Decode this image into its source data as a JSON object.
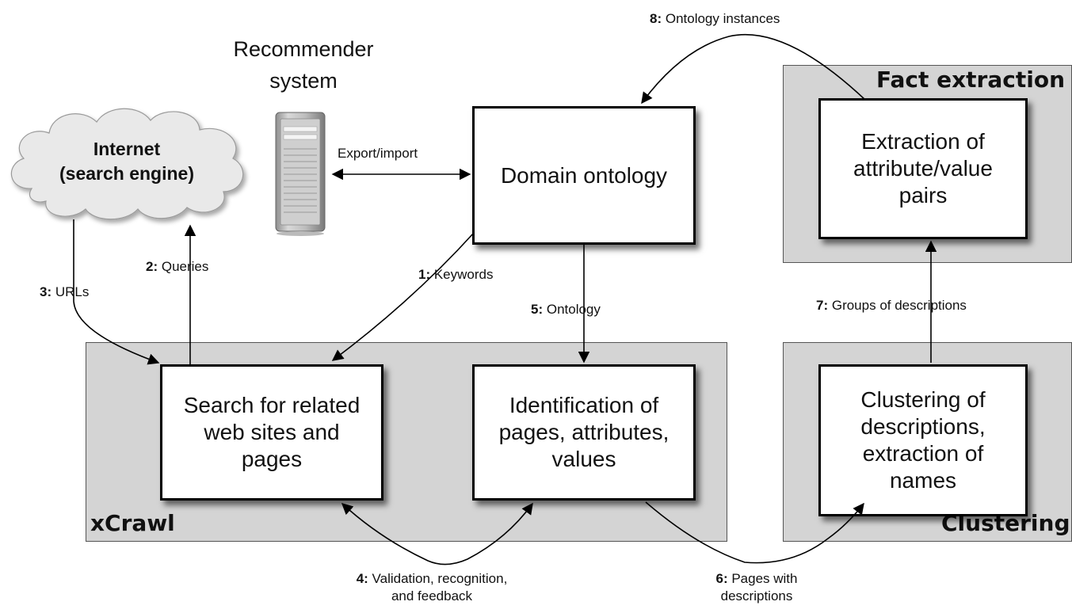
{
  "groups": {
    "fact_extraction": "Fact extraction",
    "xcrawl": "xCrawl",
    "clustering": "Clustering"
  },
  "nodes": {
    "internet": "Internet\n(search engine)",
    "recommender": "Recommender\nsystem",
    "domain_ontology": "Domain ontology",
    "search": "Search for related\nweb sites and\npages",
    "identification": "Identification of\npages, attributes,\nvalues",
    "extraction": "Extraction of\nattribute/value\npairs",
    "clustering_box": "Clustering of\ndescriptions,\nextraction of\nnames"
  },
  "edges": {
    "e1": {
      "num": "1:",
      "text": " Keywords"
    },
    "e2": {
      "num": "2:",
      "text": " Queries"
    },
    "e3": {
      "num": "3:",
      "text": " URLs"
    },
    "e4": {
      "num": "4:",
      "text": " Validation, recognition,",
      "text2": "and feedback"
    },
    "e5": {
      "num": "5:",
      "text": " Ontology"
    },
    "e6": {
      "num": "6:",
      "text": " Pages with",
      "text2": "descriptions"
    },
    "e7": {
      "num": "7:",
      "text": " Groups of descriptions"
    },
    "e8": {
      "num": "8:",
      "text": " Ontology instances"
    },
    "export_import": "Export/import"
  }
}
